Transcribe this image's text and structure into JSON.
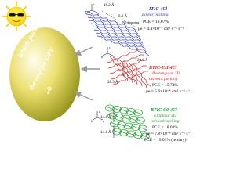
{
  "question": {
    "line1": "Which packing",
    "line2": "the next for OPV",
    "mark": "?"
  },
  "panels": [
    {
      "title": "ITIC-4Cl",
      "subtitle": "Linear packing",
      "pce": "PCE = 13.07%",
      "mobility": "μe = 4.4×10⁻⁴ cm² v⁻¹ s⁻¹",
      "dim1": "19.2 Å",
      "dim2": "8.2 Å",
      "note": "No hopping",
      "color": "#2233cc"
    },
    {
      "title": "BTIC-EH-4Cl",
      "subtitle": "Rectangular 3D",
      "subtitle2": "network packing",
      "pce": "PCE = 15.74%",
      "mobility": "μe = 5.6×10⁻⁴ cm² v⁻¹ s⁻¹",
      "dim1": "20.6 Å",
      "dim2": "28.3 Å",
      "color": "#dd2222"
    },
    {
      "title": "BTIC-C9-4Cl",
      "subtitle": "Elliptical 3D",
      "subtitle2": "network packing",
      "pce": "PCE = 18.02%",
      "mobility": "μe = 7.8×10⁻⁴ cm² v⁻¹ s⁻¹",
      "pce2": "PCE = 19.01% (ternary)",
      "dim1": "14.4 Å",
      "dim2": "14.4 Å",
      "color": "#22aa33"
    }
  ],
  "axes": {
    "a": "a",
    "b": "b",
    "c": "c"
  },
  "colors": {
    "sun": "#ffe000",
    "sun_ray": "#ffcc00",
    "ellipse_light": "#fffde8",
    "ellipse_dark": "#a0a020",
    "ellipse_text": "#ffffff",
    "arrow": "#aaaaaa",
    "label_blue": "#1a2bd6",
    "label_red": "#e61919",
    "label_green": "#18a030"
  }
}
